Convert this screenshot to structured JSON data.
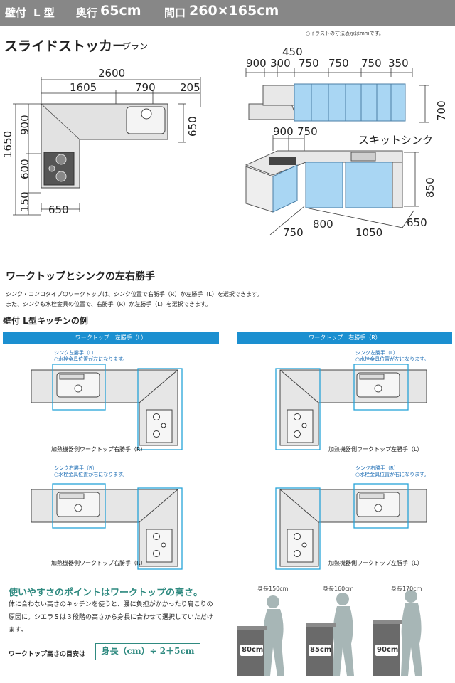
{
  "header": {
    "type": "壁付",
    "shape": "L 型",
    "depth_label": "奥行",
    "depth_value": "65cm",
    "width_label": "間口",
    "width_value": "260×165cm"
  },
  "plan": {
    "title": "スライドストッカー",
    "title_suffix": "プラン",
    "note": "○イラストの寸法表示はmmです。",
    "top_total": "2600",
    "top_segments": [
      "1605",
      "790",
      "205"
    ],
    "left_total": "1650",
    "left_segments": [
      "900",
      "600",
      "150"
    ],
    "right_depth": "650",
    "bottom_width": "650"
  },
  "elevation": {
    "top_a": "450",
    "top_row": [
      "900",
      "300",
      "750",
      "750",
      "750",
      "350"
    ],
    "wall_height": "700",
    "mid_row": [
      "900",
      "750"
    ],
    "sink_label": "スキットシンク",
    "base_height": "850",
    "bottom_row": [
      "750",
      "800",
      "1050"
    ],
    "depth": "650"
  },
  "worktop": {
    "heading": "ワークトップとシンクの左右勝手",
    "desc_1": "シンク・コンロタイプのワークトップは、シンク位置で右勝手（R）か左勝手（L）を選択できます。",
    "desc_2": "また、シンクも水栓金具の位置で、右勝手（R）か左勝手（L）を選択できます。",
    "example_title": "壁付 L型キッチンの例",
    "left_bar": "ワークトップ　左勝手（L）",
    "right_bar": "ワークトップ　右勝手（R）",
    "panels": [
      {
        "sink_label": "シンク左勝手（L）",
        "sink_note": "○水栓金具位置が左になります。",
        "cooktop_label": "加熱機器側ワークトップ右勝手（R）"
      },
      {
        "sink_label": "シンク左勝手（L）",
        "sink_note": "○水栓金具位置が左になります。",
        "cooktop_label": "加熱機器側ワークトップ左勝手（L）"
      },
      {
        "sink_label": "シンク右勝手（R）",
        "sink_note": "○水栓金具位置が右になります。",
        "cooktop_label": "加熱機器側ワークトップ右勝手（R）"
      },
      {
        "sink_label": "シンク右勝手（R）",
        "sink_note": "○水栓金具位置が右になります。",
        "cooktop_label": "加熱機器側ワークトップ左勝手（L）"
      }
    ]
  },
  "height": {
    "title": "使いやすさのポイントはワークトップの高さ。",
    "body_1": "体に合わない高さのキッチンを使うと、腰に負担がかかったり肩こりの",
    "body_2": "原因に。シエラＳは３段階の高さから身長に合わせて選択していただけ",
    "body_3": "ます。",
    "guide_label": "ワークトップ高さの目安は",
    "formula": "身長（cm）÷ 2＋5cm",
    "figures": [
      {
        "height": "身長150cm",
        "counter": "80cm"
      },
      {
        "height": "身長160cm",
        "counter": "85cm"
      },
      {
        "height": "身長170cm",
        "counter": "90cm"
      }
    ]
  },
  "colors": {
    "header_bg": "#878787",
    "blue_bar": "#1b8fd0",
    "cabinet_blue": "#a9d6f3",
    "highlight": "#27a3d8",
    "green_title": "#2f8a80"
  }
}
